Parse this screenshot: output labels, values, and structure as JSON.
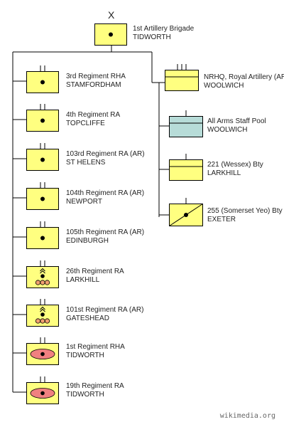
{
  "hq": {
    "echelon": "X",
    "name": "1st Artillery Brigade",
    "location": "TIDWORTH"
  },
  "left_units": [
    {
      "name": "3rd Regiment RHA",
      "location": "STAMFORDHAM",
      "symbol": "artillery",
      "echelon": "II"
    },
    {
      "name": "4th Regiment RA",
      "location": "TOPCLIFFE",
      "symbol": "artillery",
      "echelon": "II"
    },
    {
      "name": "103rd Regiment RA (AR)",
      "location": "ST HELENS",
      "symbol": "artillery",
      "echelon": "II"
    },
    {
      "name": "104th Regiment RA (AR)",
      "location": "NEWPORT",
      "symbol": "artillery",
      "echelon": "II"
    },
    {
      "name": "105th Regiment RA (AR)",
      "location": "EDINBURGH",
      "symbol": "artillery",
      "echelon": "II"
    },
    {
      "name": "26th Regiment RA",
      "location": "LARKHILL",
      "symbol": "self-propelled-artillery",
      "echelon": "II"
    },
    {
      "name": "101st Regiment RA (AR)",
      "location": "GATESHEAD",
      "symbol": "self-propelled-artillery",
      "echelon": "II"
    },
    {
      "name": "1st Regiment RHA",
      "location": "TIDWORTH",
      "symbol": "armoured-artillery",
      "echelon": "II"
    },
    {
      "name": "19th Regiment RA",
      "location": "TIDWORTH",
      "symbol": "armoured-artillery",
      "echelon": "II"
    }
  ],
  "right_units": [
    {
      "name": "NRHQ, Royal Artillery (AR)",
      "location": "WOOLWICH",
      "symbol": "headquarters",
      "echelon": "III"
    },
    {
      "name": "All Arms Staff Pool",
      "location": "WOOLWICH",
      "symbol": "staff",
      "echelon": "I"
    },
    {
      "name": "221 (Wessex) Bty",
      "location": "LARKHILL",
      "symbol": "battery",
      "echelon": "I"
    },
    {
      "name": "255 (Somerset Yeo) Bty",
      "location": "EXETER",
      "symbol": "diagonal-artillery",
      "echelon": "I"
    }
  ],
  "colors": {
    "unit_fill": "#ffff80",
    "staff_fill": "#b7dcd8",
    "armour_fill": "#f08080",
    "sp_circle_fill": "#f0a070",
    "line": "#000000"
  },
  "credit": "wikimedia.org"
}
